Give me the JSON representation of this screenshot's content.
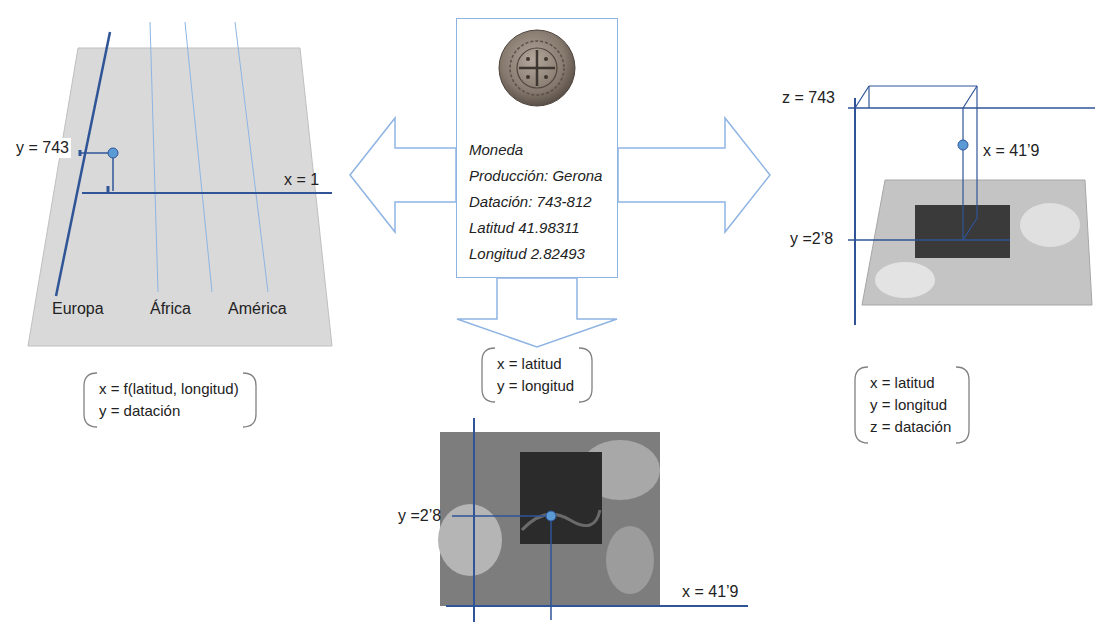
{
  "diagram": {
    "nodes": [
      {
        "text": [
          "Moneda",
          "Producción: Gerona",
          "Datación: 743-812",
          "Latitud 41.98311",
          "Longitud 2.82493"
        ]
      },
      {
        "text": [
          "y = 743",
          "x = 1",
          "Europa",
          "África",
          "América"
        ]
      },
      {
        "text": [
          "x = f(latitud, longitud)",
          "y = datación"
        ]
      },
      {
        "text": [
          "x = latitud",
          "y = longitud"
        ]
      },
      {
        "text": [
          "y =2’8",
          "x = 41’9"
        ]
      },
      {
        "text": [
          "z = 743",
          "x = 41’9",
          "y =2’8"
        ]
      },
      {
        "text": [
          "x = latitud",
          "y = longitud",
          "z = datación"
        ]
      }
    ],
    "edges": [
      {
        "from": 0,
        "to": 1,
        "arrow": "to"
      },
      {
        "from": 0,
        "to": 5,
        "arrow": "to"
      },
      {
        "from": 0,
        "to": 3,
        "arrow": "to"
      }
    ]
  }
}
